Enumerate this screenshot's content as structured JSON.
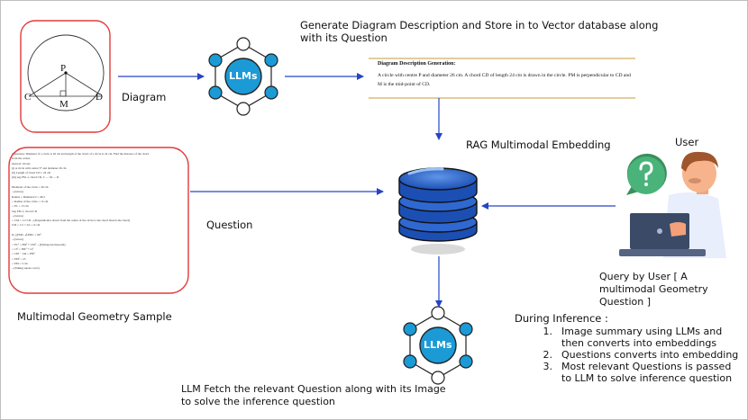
{
  "top_caption": "Generate Diagram Description and Store in to Vector database along with its Question",
  "diagram_label": "Diagram",
  "geometry_points": {
    "center": "P",
    "left": "C",
    "right": "D",
    "mid": "M"
  },
  "llm_label": "LLMs",
  "description_box": {
    "heading": "Diagram Description Generation:",
    "text": "A circle with centre P and diameter 26 cm. A chord CD of length 24 cm is drawn in the circle. PM is perpendicular to CD and M is the mid-point of CD."
  },
  "rag_label": "RAG Multimodal Embedding",
  "user_label": "User",
  "question_label": "Question",
  "query_label": "Query by User [ A multimodal Geometry Question ]",
  "sample_label": "Multimodal Geometry Sample",
  "sample_text": [
    "•  Question: Diameter of a circle is 26 cm and length of the chord of a circle is 24 cm. Find the distance of the chord",
    "   from the centre.",
    "   Answer: Given:",
    "(i) A circle with centre 'P' and diameter 26 cm",
    "(ii) Length of chord CD = 24 cm",
    "(iii) seg PM ⊥ chord CD, C — M — D",
    "",
    "     Diameter of the circle = 26 cm",
    "   ...(Given)",
    "Radius = Diameter/2 = 26/2",
    "   ∴   Radius of the circle = 13 cm",
    "   ∴   PC = 13 cm",
    "Seg PM ⊥ chord CD",
    "   ...(Given)",
    "   ∴   CM = 1/2 CD ...(Perpendicular drawn from the centre of the circle to the chord bisects the chord)",
    "                                                   CM = 1/2 × 24 = 12 cm",
    "",
    "In △PMC, ∠PMC = 90°",
    "   ...(Given)",
    "   ∴   PC² = PM² + CM²  ....(Pythagoras theorem)",
    "   ∴   13² = PM² + 12²",
    "   ∴   169 − 144 = PM²",
    "   ∴   PM² = 25",
    "   ∴   PM = 5 cm",
    "   ...(Taking square roots)"
  ],
  "llm_fetch_label": "LLM Fetch the relevant Question along with its Image to solve the inference question",
  "inference": {
    "title": "During Inference :",
    "steps": [
      {
        "num": "1.",
        "text": "Image summary  using LLMs and then converts into embeddings"
      },
      {
        "num": "2.",
        "text": "Questions converts into embedding"
      },
      {
        "num": "3.",
        "text": "Most relevant Questions is passed to LLM to solve inference question"
      }
    ]
  }
}
